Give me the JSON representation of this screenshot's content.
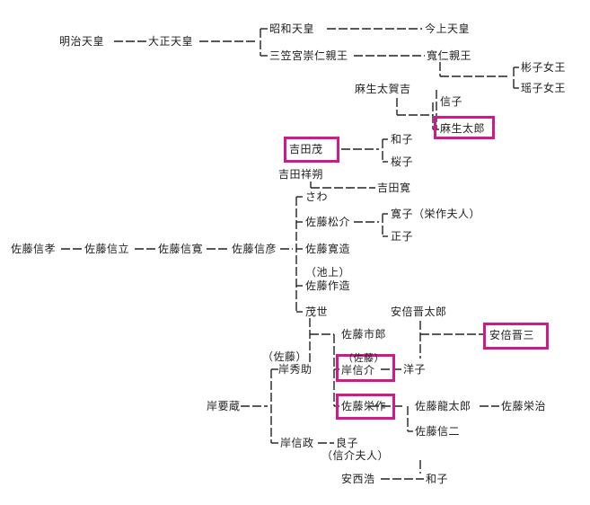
{
  "colors": {
    "text": "#222222",
    "line": "#222222",
    "highlight": "#d0198a"
  },
  "people": {
    "meiji": "明治天皇",
    "taisho": "大正天皇",
    "showa": "昭和天皇",
    "kinjo": "今上天皇",
    "mikasa": "三笠宮崇仁親王",
    "tomohito": "寬仁親王",
    "akiko": "彬子女王",
    "yoko": "瑶子女王",
    "aso_takakichi": "麻生太賀吉",
    "nobuko": "信子",
    "aso_taro": "麻生太郎",
    "yoshida_shigeru": "吉田茂",
    "kazuko": "和子",
    "sakurako": "桜子",
    "yoshida_shosaku": "吉田祥朔",
    "yoshida_hiroshi": "吉田寛",
    "sawa": "さわ",
    "sato_matsusuke": "佐藤松介",
    "hiroko": "寛子（栄作夫人）",
    "masako": "正子",
    "sato_nobutaka": "佐藤信孝",
    "sato_nobutatsu": "佐藤信立",
    "sato_nobuhiro": "佐藤信寛",
    "sato_nobuhiko": "佐藤信彦",
    "sato_hirozo": "佐藤寛造",
    "ikegami_note": "（池上）",
    "sato_sakuzo": "佐藤作造",
    "moyo": "茂世",
    "abe_kantaro": "安倍晋太郎",
    "abe_shinzo": "安倍晋三",
    "sato_ichiro": "佐藤市郎",
    "sato_note1": "（佐藤）",
    "kishi_hidesuke": "岸秀助",
    "sato_note2": "（佐藤）",
    "kishi_nobusuke": "岸信介",
    "yoko2": "洋子",
    "kishi_kaname": "岸要蔵",
    "sato_eisaku": "佐藤栄作",
    "sato_ryutaro": "佐藤龍太郎",
    "sato_eiji": "佐藤栄治",
    "sato_shinji": "佐藤信二",
    "kishi_nobumasa": "岸信政",
    "yoshiko": "良子",
    "yoshiko_note": "（信介夫人）",
    "anzai_hiroshi": "安西浩",
    "kazuko2": "和子"
  }
}
